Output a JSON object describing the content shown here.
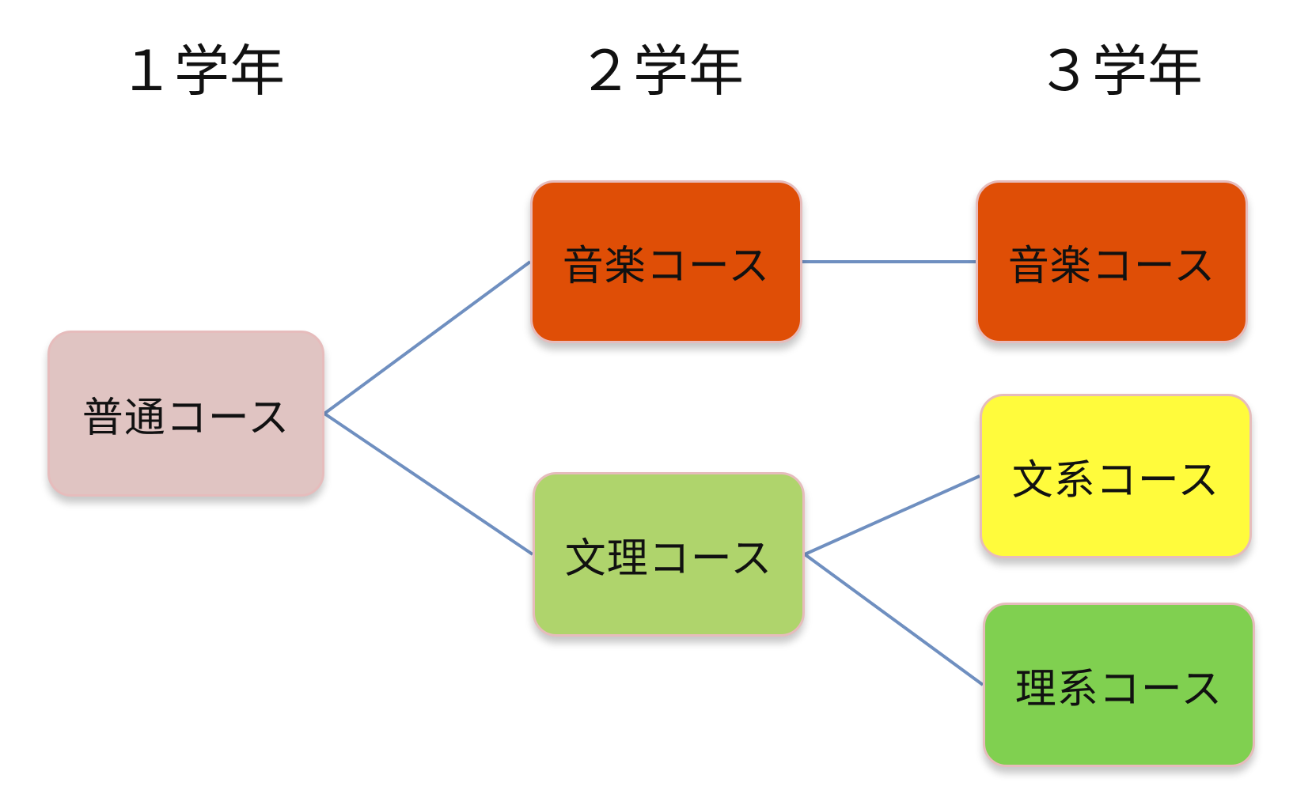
{
  "years": [
    {
      "id": "year-1",
      "label": "１学年"
    },
    {
      "id": "year-2",
      "label": "２学年"
    },
    {
      "id": "year-3",
      "label": "３学年"
    }
  ],
  "nodes": {
    "general": {
      "label": "普通コース",
      "color": "#e0c4c2"
    },
    "music_2": {
      "label": "音楽コース",
      "color": "#df4e06"
    },
    "arts_sci": {
      "label": "文理コース",
      "color": "#afd46c"
    },
    "music_3": {
      "label": "音楽コース",
      "color": "#df4e06"
    },
    "humanities": {
      "label": "文系コース",
      "color": "#fffb3c"
    },
    "sciences": {
      "label": "理系コース",
      "color": "#80d050"
    }
  },
  "edges": [
    {
      "from": "general",
      "to": "music_2"
    },
    {
      "from": "general",
      "to": "arts_sci"
    },
    {
      "from": "music_2",
      "to": "music_3"
    },
    {
      "from": "arts_sci",
      "to": "humanities"
    },
    {
      "from": "arts_sci",
      "to": "sciences"
    }
  ],
  "connector_color": "#6f8fc0"
}
